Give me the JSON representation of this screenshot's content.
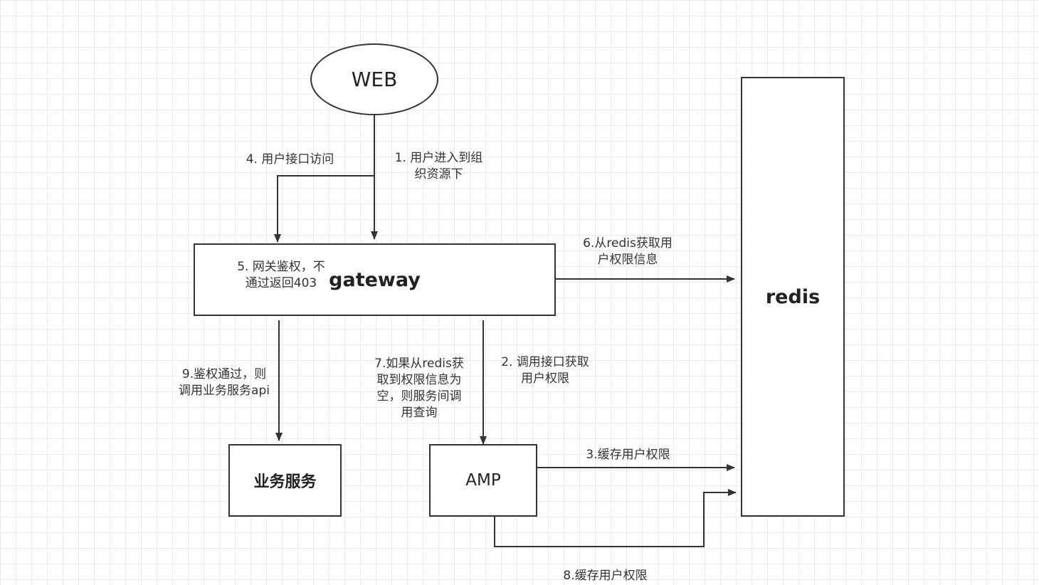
{
  "nodes": {
    "web": "WEB",
    "gateway": "gateway",
    "redis": "redis",
    "business_service": "业务服务",
    "amp": "AMP"
  },
  "labels": {
    "step1": "1. 用户进入到组\n织资源下",
    "step2": "2. 调用接口获取\n用户权限",
    "step3": "3.缓存用户权限",
    "step4": "4. 用户接口访问",
    "step5": "5. 网关鉴权，不\n通过返回403",
    "step6": "6.从redis获取用\n户权限信息",
    "step7": "7.如果从redis获\n取到权限信息为\n空，则服务间调\n用查询",
    "step8": "8.缓存用户权限",
    "step9": "9.鉴权通过，则\n调用业务服务api"
  },
  "colors": {
    "stroke": "#333333",
    "text": "#222222",
    "grid_minor": "#e9e9e9",
    "grid_major": "#d4d4d4",
    "background": "#ffffff"
  }
}
